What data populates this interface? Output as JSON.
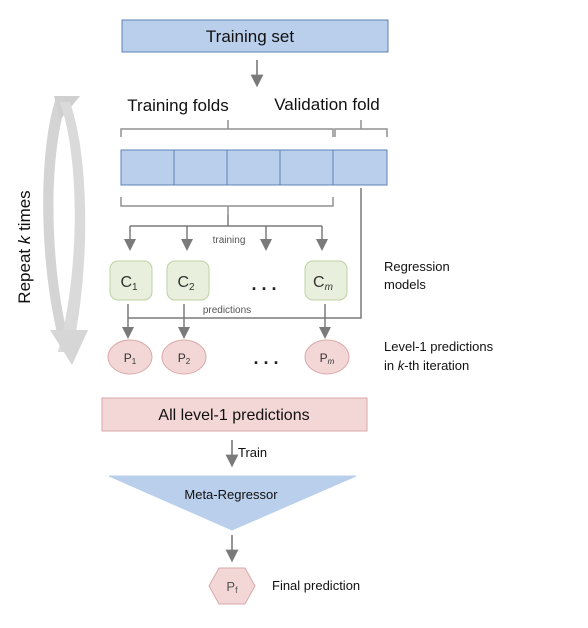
{
  "training_set": "Training set",
  "training_folds_label": "Training folds",
  "validation_fold_label": "Validation fold",
  "repeat_label": {
    "prefix": "Repeat ",
    "k": "k",
    "suffix": " times"
  },
  "training_label": "training",
  "predictions_label": "predictions",
  "models": {
    "c1": {
      "main": "C",
      "sub": "1"
    },
    "c2": {
      "main": "C",
      "sub": "2"
    },
    "cm": {
      "main": "C",
      "sub": "m"
    }
  },
  "preds": {
    "p1": {
      "main": "P",
      "sub": "1"
    },
    "p2": {
      "main": "P",
      "sub": "2"
    },
    "pm": {
      "main": "P",
      "sub": "m"
    }
  },
  "ellipsis": ". . .",
  "regression_models": {
    "line1": "Regression",
    "line2": "models"
  },
  "level1_note": {
    "line1": "Level-1 predictions",
    "line2_k": "k",
    "line2_rest": "-th iteration",
    "line2_prefix": "in "
  },
  "all_level1": "All level-1 predictions",
  "train_label": "Train",
  "meta_regressor": "Meta-Regressor",
  "final": {
    "main": "P",
    "sub": "f"
  },
  "final_prediction": "Final prediction",
  "colors": {
    "blue_fill": "#b9cfec",
    "blue_stroke": "#5d81b6",
    "green_fill": "#e8efdc",
    "green_stroke": "#bfd0a4",
    "pink_fill": "#f3d6d6",
    "pink_stroke": "#d9a9a9",
    "arrow": "#7a7a7a",
    "bracket": "#909090",
    "cycle": "#d4d4d4"
  }
}
